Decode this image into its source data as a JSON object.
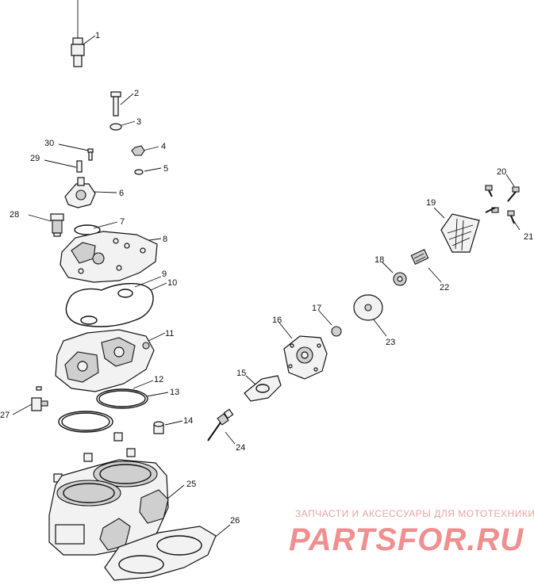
{
  "callouts": [
    "1",
    "2",
    "3",
    "4",
    "5",
    "6",
    "7",
    "8",
    "9",
    "10",
    "11",
    "12",
    "13",
    "14",
    "15",
    "16",
    "17",
    "18",
    "19",
    "20",
    "21",
    "22",
    "23",
    "24",
    "25",
    "26",
    "27",
    "28",
    "29",
    "30"
  ],
  "watermark": {
    "tagline": "ЗАПЧАСТИ И АКСЕССУАРЫ ДЛЯ МОТОТЕХНИКИ",
    "brand": "PARTSFOR.RU"
  }
}
